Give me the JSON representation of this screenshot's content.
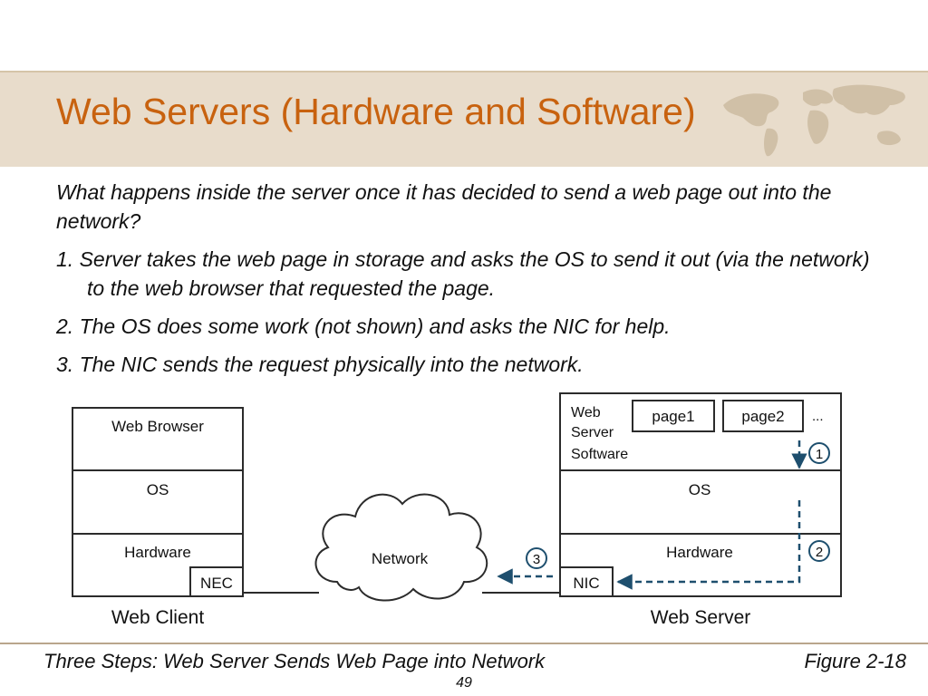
{
  "slide": {
    "title": "Web Servers (Hardware and Software)",
    "intro": "What happens inside the server once it has decided to send a web page out into the network?",
    "steps": [
      "1. Server takes the web page in storage and asks the OS to send it out (via the network) to the web browser that requested the page.",
      "2. The OS does some work (not shown) and asks the NIC for help.",
      "3. The NIC sends the request physically into the network."
    ]
  },
  "diagram": {
    "client": {
      "layers": [
        "Web Browser",
        "OS",
        "Hardware"
      ],
      "nic": "NEC",
      "label": "Web Client"
    },
    "network": {
      "label": "Network"
    },
    "server": {
      "software_label": [
        "Web",
        "Server",
        "Software"
      ],
      "pages": [
        "page1",
        "page2"
      ],
      "ellipsis": "...",
      "os": "OS",
      "hardware": "Hardware",
      "nic": "NIC",
      "label": "Web Server"
    },
    "step_markers": [
      "1",
      "2",
      "3"
    ],
    "colors": {
      "arrow": "#1e4f6e",
      "box_border": "#2b2b2b"
    }
  },
  "footer": {
    "caption": "Three Steps: Web Server Sends Web Page into Network",
    "figure": "Figure 2-18",
    "page": "49"
  }
}
